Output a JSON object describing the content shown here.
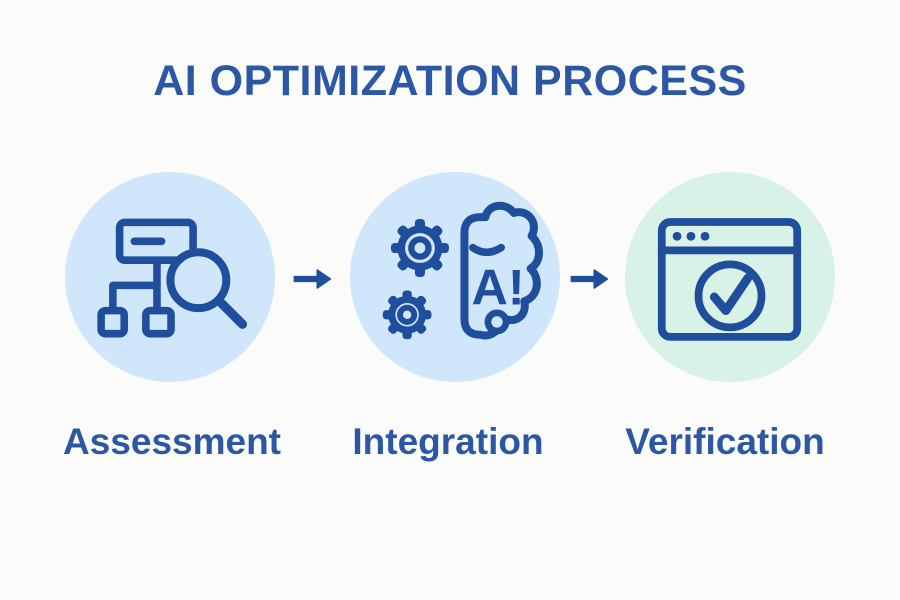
{
  "title": "AI OPTIMIZATION PROCESS",
  "steps": [
    {
      "label": "Assessment",
      "icon": "flowchart-search-icon",
      "circle_color": "#D0E6FA"
    },
    {
      "label": "Integration",
      "icon": "gears-ai-brain-icon",
      "circle_color": "#D0E6FA",
      "brain_text": "A!"
    },
    {
      "label": "Verification",
      "icon": "browser-checkmark-icon",
      "circle_color": "#D9F2E8"
    }
  ],
  "connectors": [
    {
      "icon": "right-arrow-icon"
    },
    {
      "icon": "right-arrow-icon"
    }
  ],
  "colors": {
    "background": "#FBFBF9",
    "heading": "#2B57A4",
    "icon_ink": "#1E4E9C",
    "circle_blue": "#D0E6FA",
    "circle_green": "#D9F2E8"
  }
}
